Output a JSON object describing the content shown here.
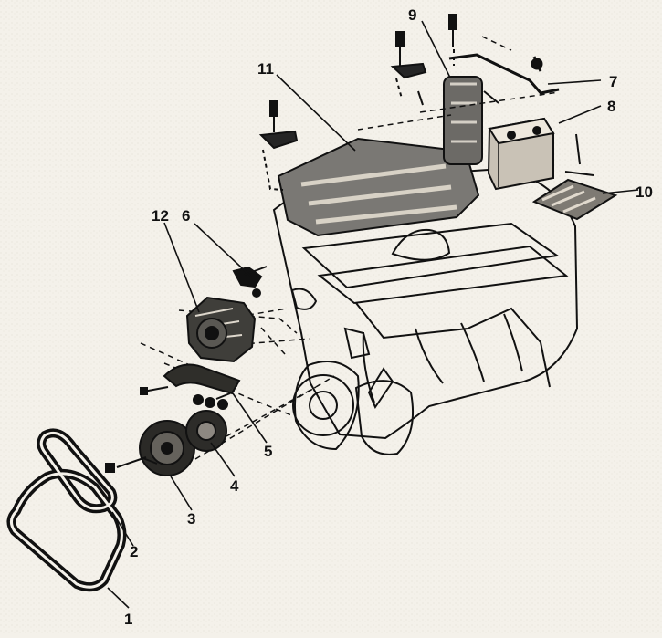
{
  "callouts": [
    {
      "id": "1",
      "label": "1"
    },
    {
      "id": "2",
      "label": "2"
    },
    {
      "id": "3",
      "label": "3"
    },
    {
      "id": "4",
      "label": "4"
    },
    {
      "id": "5",
      "label": "5"
    },
    {
      "id": "6",
      "label": "6"
    },
    {
      "id": "7",
      "label": "7"
    },
    {
      "id": "8",
      "label": "8"
    },
    {
      "id": "9",
      "label": "9"
    },
    {
      "id": "10",
      "label": "10"
    },
    {
      "id": "11",
      "label": "11"
    },
    {
      "id": "12",
      "label": "12"
    }
  ],
  "colors": {
    "background": "#f4f1ea",
    "ink": "#111111",
    "shade": "#6c6a66"
  }
}
